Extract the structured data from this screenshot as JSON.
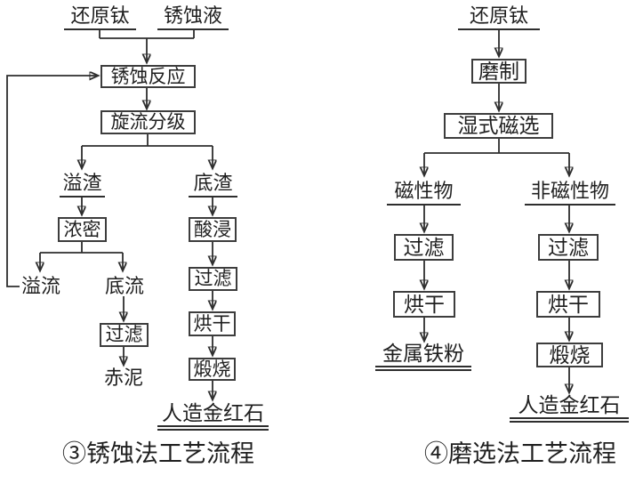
{
  "charts": {
    "left": {
      "caption": "③锈蚀法工艺流程",
      "nodes": {
        "reduced_titanium": "还原钛",
        "rust_solution": "锈蚀液",
        "rust_reaction": "锈蚀反应",
        "cyclone_classification": "旋流分级",
        "overflow_slag": "溢渣",
        "bottom_slag": "底渣",
        "thickening": "浓密",
        "acid_leaching": "酸浸",
        "overflow": "溢流",
        "underflow": "底流",
        "filter_underflow": "过滤",
        "red_mud": "赤泥",
        "filter_slag": "过滤",
        "drying": "烘干",
        "calcination": "煅烧",
        "artificial_rutile": "人造金红石"
      },
      "edges": [
        [
          "reduced_titanium",
          "rust_reaction"
        ],
        [
          "rust_solution",
          "rust_reaction"
        ],
        [
          "rust_reaction",
          "cyclone_classification"
        ],
        [
          "cyclone_classification",
          "overflow_slag"
        ],
        [
          "cyclone_classification",
          "bottom_slag"
        ],
        [
          "overflow_slag",
          "thickening"
        ],
        [
          "thickening",
          "overflow"
        ],
        [
          "thickening",
          "underflow"
        ],
        [
          "overflow",
          "rust_reaction"
        ],
        [
          "underflow",
          "filter_underflow"
        ],
        [
          "filter_underflow",
          "red_mud"
        ],
        [
          "bottom_slag",
          "acid_leaching"
        ],
        [
          "acid_leaching",
          "filter_slag"
        ],
        [
          "filter_slag",
          "drying"
        ],
        [
          "drying",
          "calcination"
        ],
        [
          "calcination",
          "artificial_rutile"
        ]
      ]
    },
    "right": {
      "caption": "④磨选法工艺流程",
      "nodes": {
        "reduced_titanium": "还原钛",
        "grinding": "磨制",
        "wet_magnetic_separation": "湿式磁选",
        "magnetic_material": "磁性物",
        "non_magnetic_material": "非磁性物",
        "filter_magnetic": "过滤",
        "filter_non_magnetic": "过滤",
        "drying_magnetic": "烘干",
        "drying_non_magnetic": "烘干",
        "metal_iron_powder": "金属铁粉",
        "calcination": "煅烧",
        "artificial_rutile": "人造金红石"
      },
      "edges": [
        [
          "reduced_titanium",
          "grinding"
        ],
        [
          "grinding",
          "wet_magnetic_separation"
        ],
        [
          "wet_magnetic_separation",
          "magnetic_material"
        ],
        [
          "wet_magnetic_separation",
          "non_magnetic_material"
        ],
        [
          "magnetic_material",
          "filter_magnetic"
        ],
        [
          "filter_magnetic",
          "drying_magnetic"
        ],
        [
          "drying_magnetic",
          "metal_iron_powder"
        ],
        [
          "non_magnetic_material",
          "filter_non_magnetic"
        ],
        [
          "filter_non_magnetic",
          "drying_non_magnetic"
        ],
        [
          "drying_non_magnetic",
          "calcination"
        ],
        [
          "calcination",
          "artificial_rutile"
        ]
      ]
    }
  },
  "colors": {
    "line": "#2e2e2e",
    "border": "#3d3d3d",
    "text": "#1f1f1f",
    "background": "#ffffff"
  }
}
